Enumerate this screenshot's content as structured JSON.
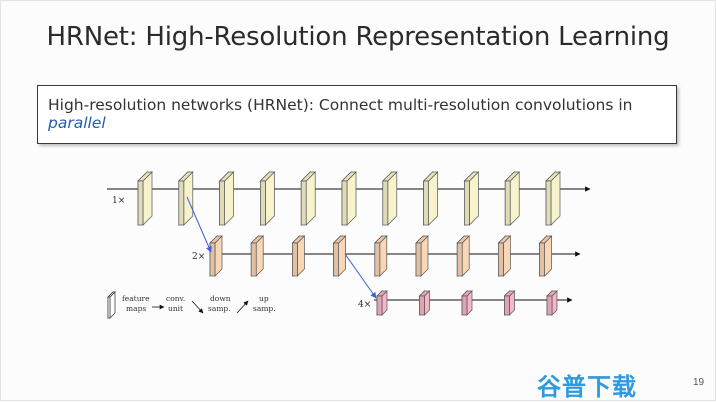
{
  "slide": {
    "title": "HRNet: High-Resolution Representation Learning",
    "banner_text": "High-resolution networks (HRNet): Connect multi-resolution convolutions in",
    "banner_emphasis": "parallel",
    "page_number": "19"
  },
  "diagram": {
    "stream_labels": [
      "1×",
      "2×",
      "4×"
    ],
    "stream_colors": [
      "#f7f3cc",
      "#f9d6b6",
      "#f5b6c6"
    ],
    "stream_block_counts": [
      11,
      9,
      5
    ],
    "connection_color": "#3b5fd8",
    "legend": {
      "feature_maps": [
        "feature",
        "maps"
      ],
      "conv_unit": [
        "conv.",
        "unit"
      ],
      "down_samp": [
        "down",
        "samp."
      ],
      "up_samp": [
        "up",
        "samp."
      ]
    }
  },
  "watermark": {
    "text": "谷普下载",
    "color": "#2e9ae0"
  }
}
